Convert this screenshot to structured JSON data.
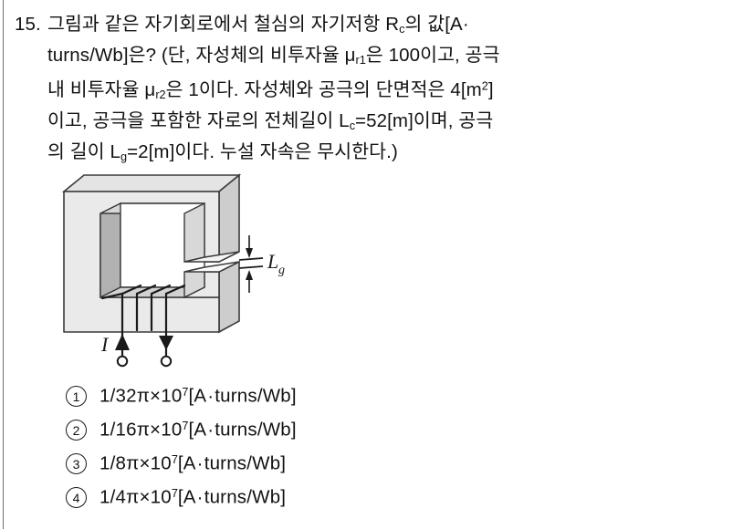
{
  "question": {
    "number": "15.",
    "lines": [
      [
        {
          "t": "그림과 같은 자기회로에서 철심의 자기저항 R"
        },
        {
          "t": "c",
          "k": "sub"
        },
        {
          "t": "의 값[A·"
        }
      ],
      [
        {
          "t": "turns/Wb]은? (단, 자성체의 비투자율 μ"
        },
        {
          "t": "r1",
          "k": "sub"
        },
        {
          "t": "은 100이고, 공극"
        }
      ],
      [
        {
          "t": "내 비투자율 μ"
        },
        {
          "t": "r2",
          "k": "sub"
        },
        {
          "t": "은 1이다. 자성체와 공극의 단면적은 4[m"
        },
        {
          "t": "2",
          "k": "sup"
        },
        {
          "t": "]"
        }
      ],
      [
        {
          "t": "이고, 공극을 포함한 자로의 전체길이 L"
        },
        {
          "t": "c",
          "k": "sub"
        },
        {
          "t": "=52[m]이며, 공극"
        }
      ],
      [
        {
          "t": "의 길이 L"
        },
        {
          "t": "g",
          "k": "sub"
        },
        {
          "t": "=2[m]이다. 누설 자속은 무시한다.)"
        }
      ]
    ],
    "plain_text": "15. 그림과 같은 자기회로에서 철심의 자기저항 Rc의 값[A·turns/Wb]은? (단, 자성체의 비투자율 μr1은 100이고, 공극 내 비투자율 μr2은 1이다. 자성체와 공극의 단면적은 4[m2]이고, 공극을 포함한 자로의 전체길이 Lc=52[m]이며, 공극의 길이 Lg=2[m]이다. 누설 자속은 무시한다.)"
  },
  "figure": {
    "name": "magnetic-core-with-air-gap",
    "gap_label": "L",
    "gap_label_sub": "g",
    "current_label": "I",
    "turns": 4,
    "colors": {
      "front_face": "#e9e9e9",
      "top_face": "#e0e0e0",
      "side_face": "#cfcfcf",
      "inner_shadow": "#b2b2b2",
      "outline": "#3a3a3a"
    }
  },
  "options": [
    {
      "marker": "①",
      "parts": [
        {
          "t": "1/32π×10"
        },
        {
          "t": "7",
          "k": "sup"
        },
        {
          "t": "[A"
        },
        {
          "t": "·",
          "k": "dot"
        },
        {
          "t": "turns/Wb]"
        }
      ],
      "plain_text": "1/32π×10^7[A · turns/Wb]"
    },
    {
      "marker": "②",
      "parts": [
        {
          "t": "1/16π×10"
        },
        {
          "t": "7",
          "k": "sup"
        },
        {
          "t": "[A"
        },
        {
          "t": "·",
          "k": "dot"
        },
        {
          "t": "turns/Wb]"
        }
      ],
      "plain_text": "1/16π×10^7[A · turns/Wb]"
    },
    {
      "marker": "③",
      "parts": [
        {
          "t": "1/8π×10"
        },
        {
          "t": "7",
          "k": "sup"
        },
        {
          "t": "[A"
        },
        {
          "t": "·",
          "k": "dot"
        },
        {
          "t": "turns/Wb]"
        }
      ],
      "plain_text": "1/8π×10^7[A · turns/Wb]"
    },
    {
      "marker": "④",
      "parts": [
        {
          "t": "1/4π×10"
        },
        {
          "t": "7",
          "k": "sup"
        },
        {
          "t": "[A"
        },
        {
          "t": "·",
          "k": "dot"
        },
        {
          "t": "turns/Wb]"
        }
      ],
      "plain_text": "1/4π×10^7[A · turns/Wb]"
    }
  ]
}
